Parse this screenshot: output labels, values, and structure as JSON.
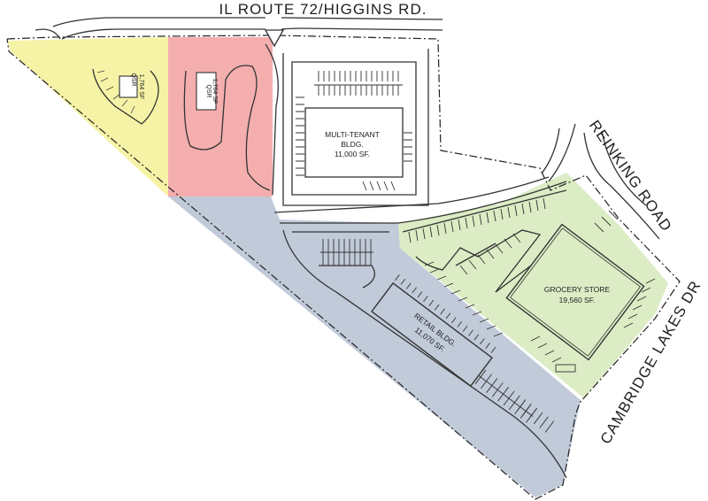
{
  "roads": {
    "north": "IL ROUTE 72/HIGGINS RD.",
    "east": "REINKING ROAD",
    "southeast": "CAMBRIDGE LAKES DR"
  },
  "buildings": {
    "qsr_west": {
      "name": "QSR",
      "area": "1,764 SF"
    },
    "qsr_east": {
      "name": "QSR",
      "area": "1,764 SF"
    },
    "multi_tenant": {
      "line1": "MULTI-TENANT",
      "line2": "BLDG.",
      "area": "11,000 SF."
    },
    "retail": {
      "name": "RETAIL BLDG.",
      "area": "11,070 SF."
    },
    "grocery": {
      "name": "GROCERY STORE",
      "area": "19,560 SF."
    }
  },
  "zone_colors": {
    "yellow": "#f6f3a6",
    "red": "#f4aeae",
    "blue": "#c1cad9",
    "green": "#dcecc4"
  }
}
